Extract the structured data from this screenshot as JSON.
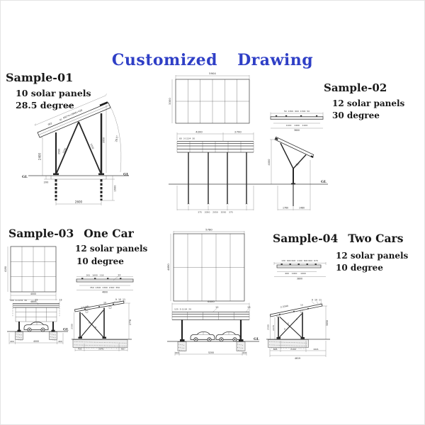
{
  "title": {
    "word1": "Customized",
    "word2": "Drawing"
  },
  "colors": {
    "title_blue": "#2f3fc6",
    "ink": "#3d3d3d"
  },
  "s1": {
    "name": "Sample-01",
    "panels_label": "10 solar panels",
    "angle_label": "28.5 degree",
    "dim": {
      "panel_len": "4200",
      "formula": "992*4=3968+428",
      "module": "992",
      "gap": "30",
      "height_left": "2400",
      "col_left": "3500",
      "strut_left": "3350",
      "strut_right": "3350",
      "col_right": "3950",
      "tilt": "28.5°",
      "gl_left": "GL",
      "gl_right": "GL",
      "step": "200",
      "pile": "1600",
      "span": "2600"
    }
  },
  "s2": {
    "name": "Sample-02",
    "panels_label": "12 solar panels",
    "angle_label": "30 degree",
    "top": {
      "width": "5904",
      "depth": "3300"
    },
    "beam": {
      "row1": "50  1300  900  1300  50",
      "row2": "1100    1400    1100",
      "total": "3600"
    },
    "front": {
      "seg1": "4200",
      "seg2": "2700",
      "note": "60  3-1134  30",
      "bottom": "375    2050    2050    2050    375"
    },
    "side": {
      "height": "4000",
      "tilt": "30°",
      "gl": "GL",
      "b1": "1760",
      "b2": "1480"
    }
  },
  "s3": {
    "name": "Sample-03",
    "subtitle": "One Car",
    "panels_label": "12 solar panels",
    "angle_label": "10 degree",
    "top": {
      "depth": "4190",
      "w_in": "4000",
      "w_out": "4800"
    },
    "beam": {
      "row1": "261   1600   118",
      "tag": "12",
      "row2": "350  1300  1300  1300  350",
      "total": "4600"
    },
    "front": {
      "note": "100  4-1134  30",
      "tag1": "12",
      "tag2": "13",
      "gl": "GL",
      "b1": "400",
      "b2": "4000",
      "b3": "400"
    },
    "side": {
      "note": "3-1340",
      "tilt": "10",
      "tags": "9  10  11",
      "h_left": "2500",
      "h_right": "2776",
      "m1": "5",
      "m2": "8",
      "b1": "700",
      "b2": "2641",
      "b3": "667"
    }
  },
  "s4": {
    "name": "Sample-04",
    "subtitle": "Two Cars",
    "panels_label": "12 solar panels",
    "angle_label": "10 degree",
    "beam": {
      "row1": "130  600 600  1190  600 600  670",
      "row2": "400    1000     1900",
      "total": "3800"
    },
    "top": {
      "width": "5780",
      "depth": "4690"
    },
    "front": {
      "width": "6000",
      "note": "125  5-1134  20",
      "tag1": "12",
      "tag2": "13",
      "gl": "GL",
      "b1": "400",
      "b2": "5200",
      "b3": "400"
    },
    "side": {
      "note": "2-3340",
      "tilt": "10",
      "tags": "9  10  11",
      "h1": "2500",
      "h2": "2270",
      "h_right": "3050",
      "m1": "5",
      "m2": "6",
      "m3": "8",
      "b1": "868",
      "b2": "2100",
      "b3": "1621",
      "total": "4619"
    }
  }
}
